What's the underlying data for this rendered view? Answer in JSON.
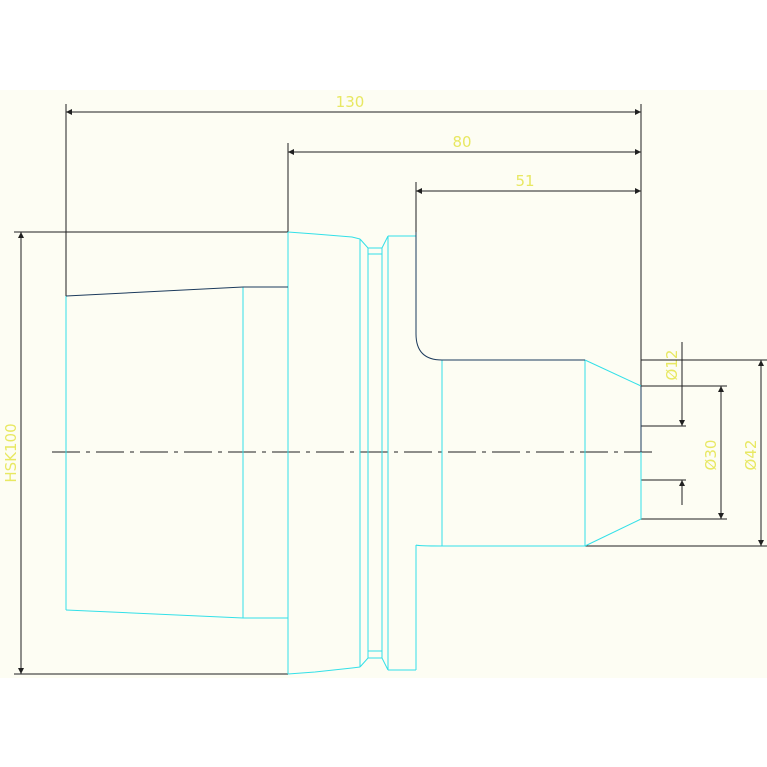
{
  "colors": {
    "background": "#ffffff",
    "paper": "#fdfdf3",
    "outline": "#33e0e8",
    "dark_line": "#1c3a5c",
    "dimension_line": "#202020",
    "dimension_text": "#e8e862"
  },
  "dimensions": {
    "overall_length": "130",
    "holder_length": "80",
    "shank_length": "51",
    "flange_label": "HSK100",
    "bore_diameter": "Ø12",
    "inner_diameter": "Ø30",
    "outer_diameter": "Ø42"
  }
}
